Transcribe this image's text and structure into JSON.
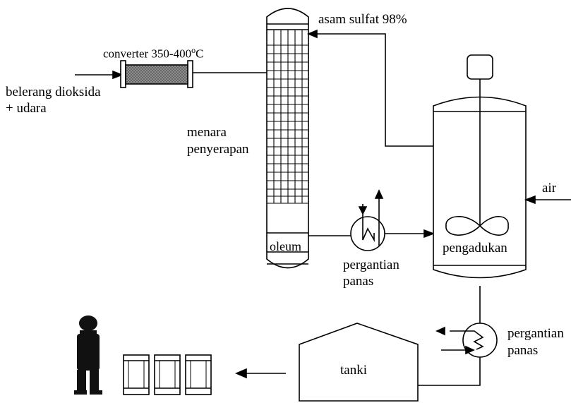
{
  "labels": {
    "converter": "converter 350-400",
    "converter_deg": "o",
    "converter_unit": "C",
    "input_line1": "belerang dioksida",
    "input_line2": "+ udara",
    "tower_line1": "menara",
    "tower_line2": "penyerapan",
    "acid": "asam sulfat 98%",
    "oleum": "oleum",
    "hx1_line1": "pergantian",
    "hx1_line2": "panas",
    "water": "air",
    "mixer": "pengadukan",
    "hx2_line1": "pergantian",
    "hx2_line2": "panas",
    "tank": "tanki"
  },
  "colors": {
    "line": "#000000",
    "converter_fill": "#8a8a8a",
    "background": "#ffffff"
  },
  "icons": [
    "motor-icon",
    "impeller-icon",
    "heat-exchanger-icon",
    "worker-icon",
    "drum-icon"
  ]
}
